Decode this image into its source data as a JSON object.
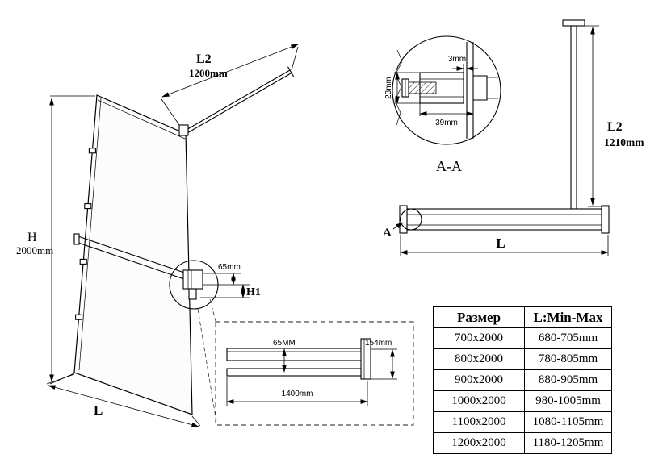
{
  "main_view": {
    "h_label": "H",
    "h_value": "2000mm",
    "l2_label": "L2",
    "l2_value": "1200mm",
    "l_label": "L",
    "rail_dim": "65mm",
    "h1_label": "H1"
  },
  "section": {
    "title": "A-A",
    "gap_dim": "3mm",
    "depth_dim": "23mm",
    "width_dim": "39mm"
  },
  "side_view": {
    "l2_label": "L2",
    "l2_value": "1210mm",
    "l_label": "L",
    "cut_label": "A"
  },
  "rail_detail": {
    "height_dim": "65MM",
    "bracket_dim": "154mm",
    "length_dim": "1400mm"
  },
  "table": {
    "headers": [
      "Размер",
      "L:Min-Max"
    ],
    "rows": [
      [
        "700x2000",
        "680-705mm"
      ],
      [
        "800x2000",
        "780-805mm"
      ],
      [
        "900x2000",
        "880-905mm"
      ],
      [
        "1000x2000",
        "980-1005mm"
      ],
      [
        "1100x2000",
        "1080-1105mm"
      ],
      [
        "1200x2000",
        "1180-1205mm"
      ]
    ]
  }
}
